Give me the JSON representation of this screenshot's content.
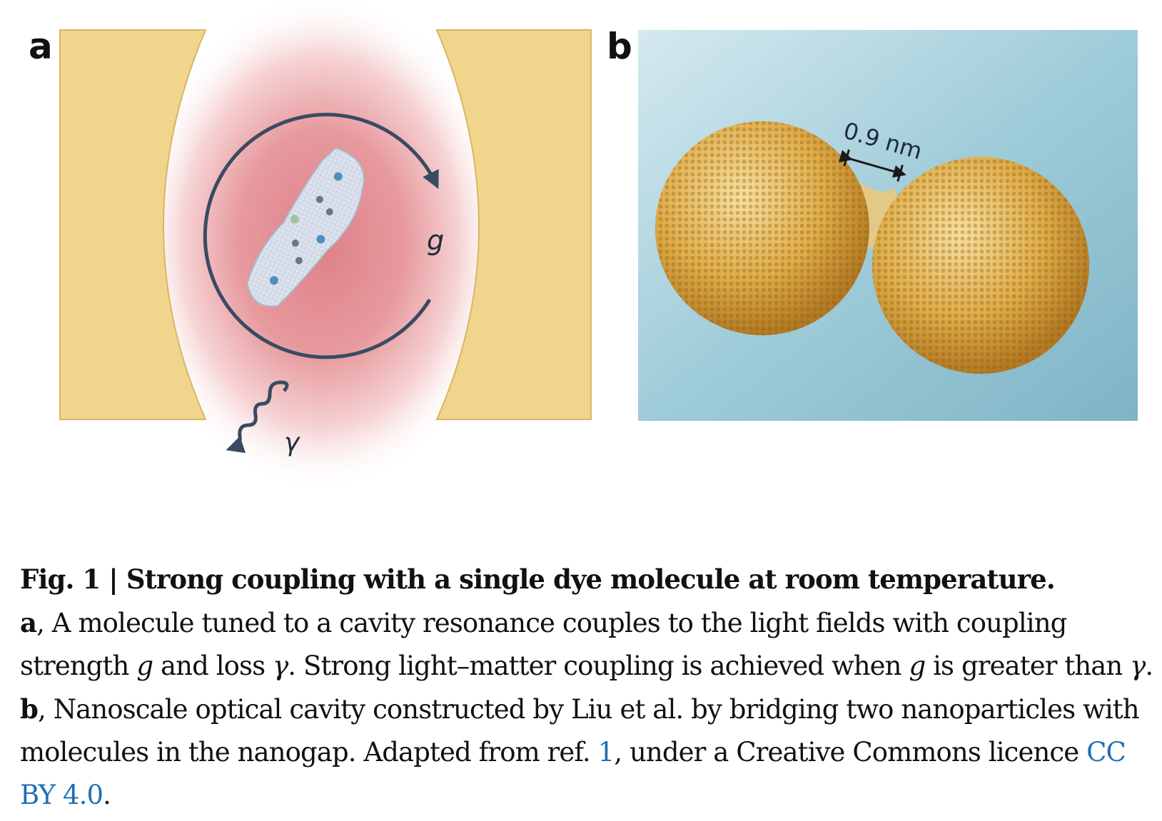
{
  "panels": {
    "a": {
      "letter": "a",
      "coupling_symbol": "g",
      "loss_symbol": "γ"
    },
    "b": {
      "letter": "b",
      "gap_label": "0.9 nm"
    }
  },
  "colors": {
    "mirror_fill": "#f2d58c",
    "mirror_stroke": "#d9b563",
    "field_glow": "#e38b8f",
    "arrow": "#3b4a63",
    "gold_sphere": "#e2b24a",
    "substrate": "#8fc3d0",
    "link": "#1f6fb2"
  },
  "caption": {
    "title": "Fig. 1 | Strong coupling with a single dye molecule at room temperature.",
    "a_label": "a",
    "a_text_1": ", A molecule tuned to a cavity resonance couples to the light fields with coupling strength ",
    "g1": "g",
    "a_text_2": " and loss ",
    "gamma1": "γ",
    "a_text_3": ". Strong light–matter coupling is achieved when ",
    "g2": "g",
    "a_text_4": " is greater than ",
    "gamma2": "γ",
    "a_text_5": ". ",
    "b_label": "b",
    "b_text_1": ", Nanoscale optical cavity constructed by Liu et al. by bridging two nanoparticles with molecules in the nanogap. Adapted from ref. ",
    "ref_link": "1",
    "b_text_2": ", under a Creative Commons licence ",
    "license_link": "CC BY 4.0",
    "b_text_3": "."
  }
}
